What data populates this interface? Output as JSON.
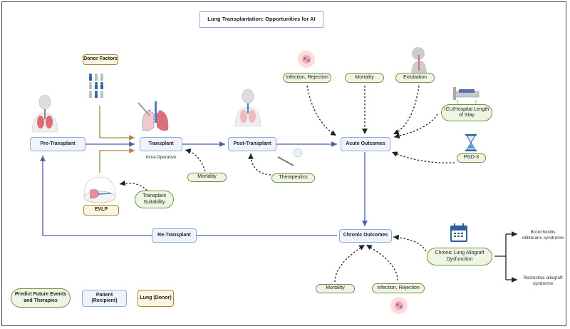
{
  "title": "Lung Transplantation: Opportunities for AI",
  "stages": {
    "pre_transplant": "Pre-Transplant",
    "transplant": "Transplant",
    "transplant_caption": "Intra-Operative",
    "post_transplant": "Post-Transplant",
    "acute_outcomes": "Acute Outcomes",
    "chronic_outcomes": "Chronic Outcomes",
    "re_transplant": "Re-Transplant"
  },
  "donor": {
    "donor_factors": "Donor Factors",
    "evlp": "EVLP"
  },
  "predictions": {
    "transplant_suitability": "Transplant Suitability",
    "intraop_mortality": "Mortality",
    "therapeutics": "Therapeutics",
    "acute_infection": "Infection, Rejection",
    "acute_mortality": "Mortality",
    "extubation": "Extubation",
    "icu_stay": "ICU/Hospital Length of Stay",
    "pgd3": "PGD-3",
    "chronic_mortality": "Mortality",
    "chronic_infection": "Infection, Rejection",
    "clad": "Chronic Lung Allograft Dysfunction"
  },
  "clad_subtypes": [
    "Bronchiolitis obliterans syndrome",
    "Restrictive allograft syndrome"
  ],
  "legend": {
    "predict": "Predict Future Events and Therapies",
    "patient": "Patient (Recipient)",
    "lung": "Lung (Donor)"
  },
  "colors": {
    "patient_fill": "#eef3fc",
    "patient_border": "#8fa9db",
    "donor_fill": "#faf5dc",
    "donor_border": "#a58a3a",
    "predict_fill": "#eef5e3",
    "predict_border": "#6e9147",
    "flow_arrow": "#4a5fa8",
    "donor_arrow": "#a58a3a"
  }
}
